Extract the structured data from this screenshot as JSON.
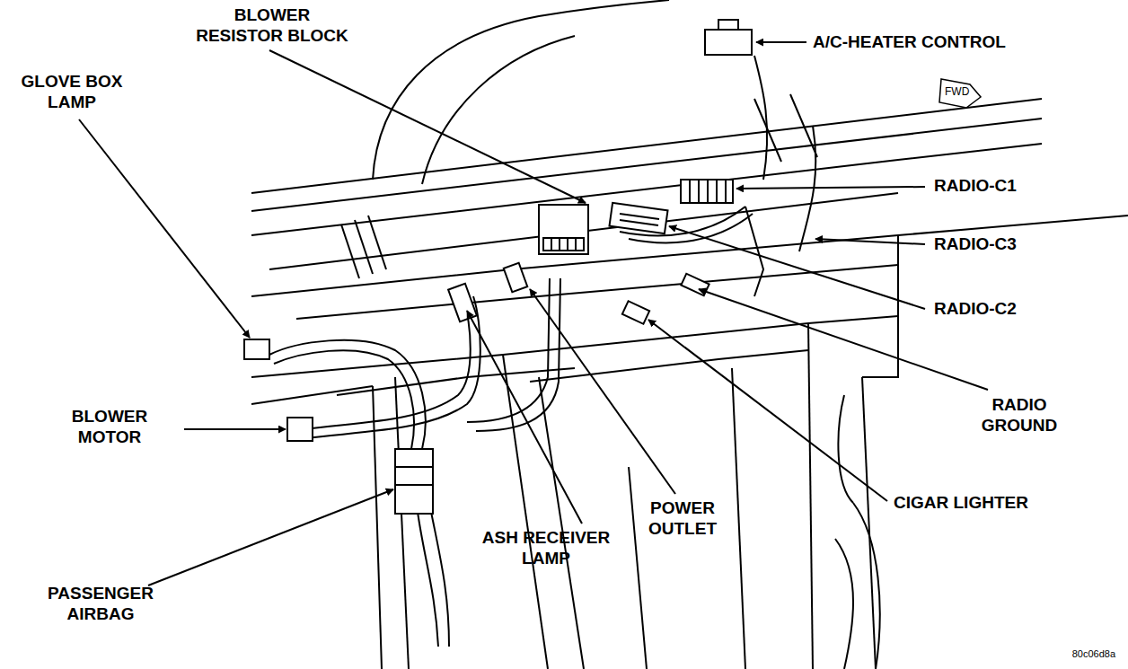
{
  "diagram": {
    "labels": [
      "GLOVE BOX LAMP",
      "BLOWER RESISTOR BLOCK",
      "A/C-HEATER CONTROL",
      "FWD",
      "RADIO-C1",
      "RADIO-C3",
      "RADIO-C2",
      "BLOWER MOTOR",
      "RADIO GROUND",
      "POWER OUTLET",
      "CIGAR LIGHTER",
      "ASH RECEIVER LAMP",
      "PASSENGER AIRBAG",
      "80c06d8a"
    ]
  }
}
